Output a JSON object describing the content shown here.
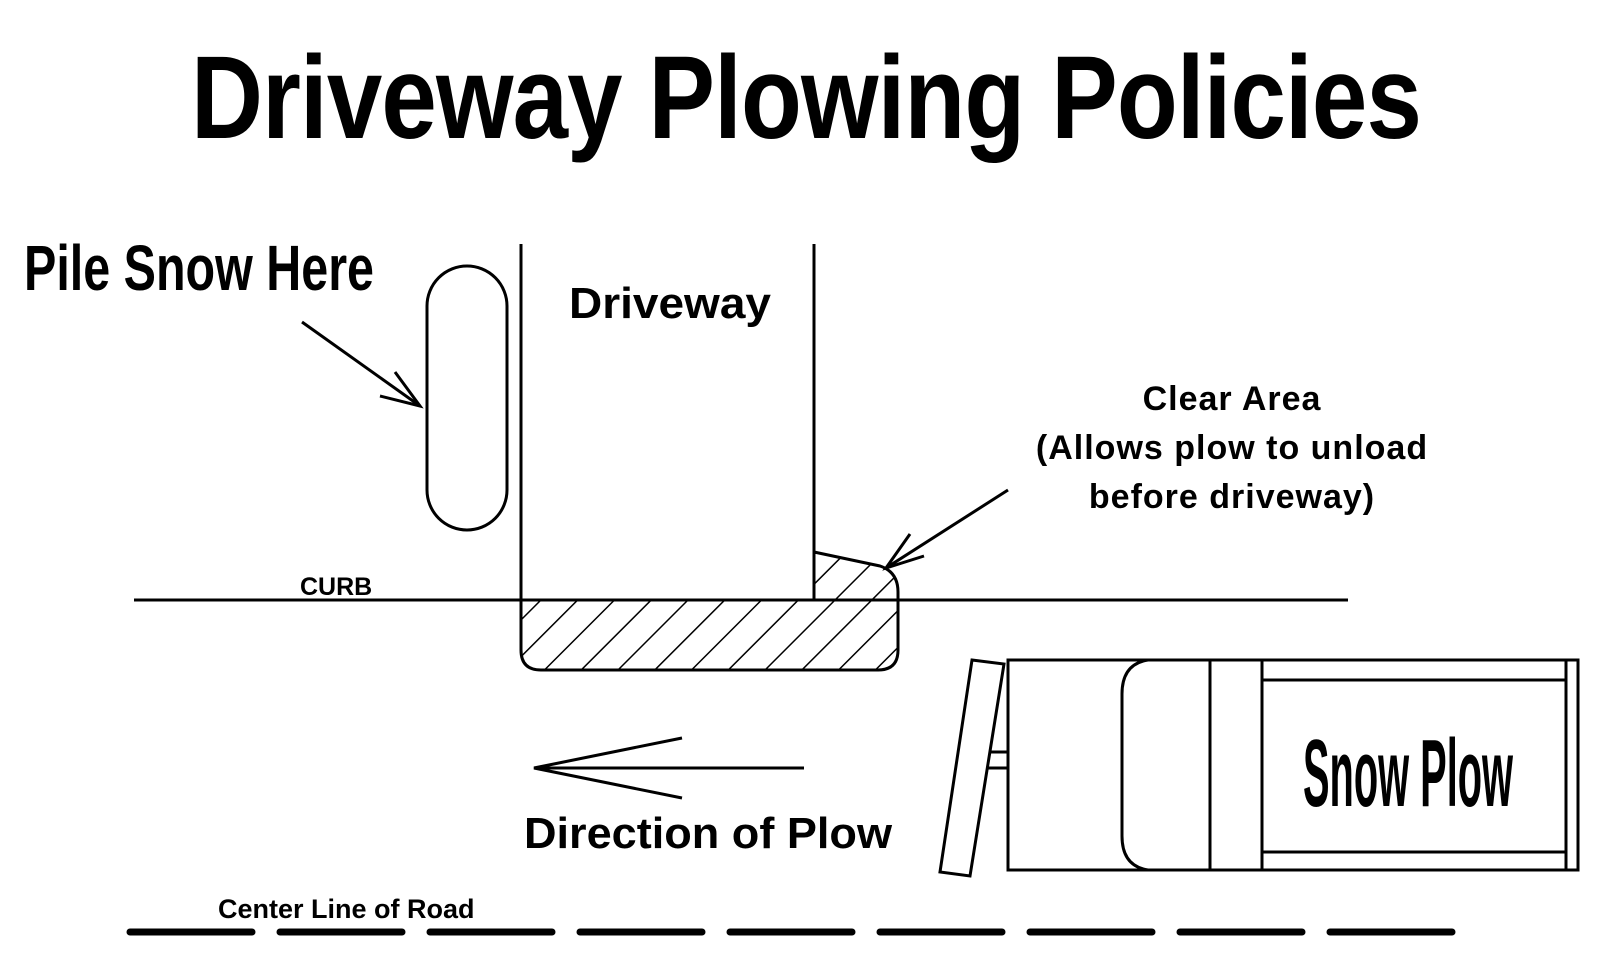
{
  "title": "Driveway Plowing Policies",
  "labels": {
    "pile_snow": "Pile Snow Here",
    "driveway": "Driveway",
    "clear_area": [
      "Clear Area",
      "(Allows plow to unload",
      "before driveway)"
    ],
    "curb": "CURB",
    "direction": "Direction of Plow",
    "center_line": "Center Line of Road",
    "truck": "Snow Plow"
  },
  "colors": {
    "ink": "#000000",
    "paper": "#ffffff"
  }
}
